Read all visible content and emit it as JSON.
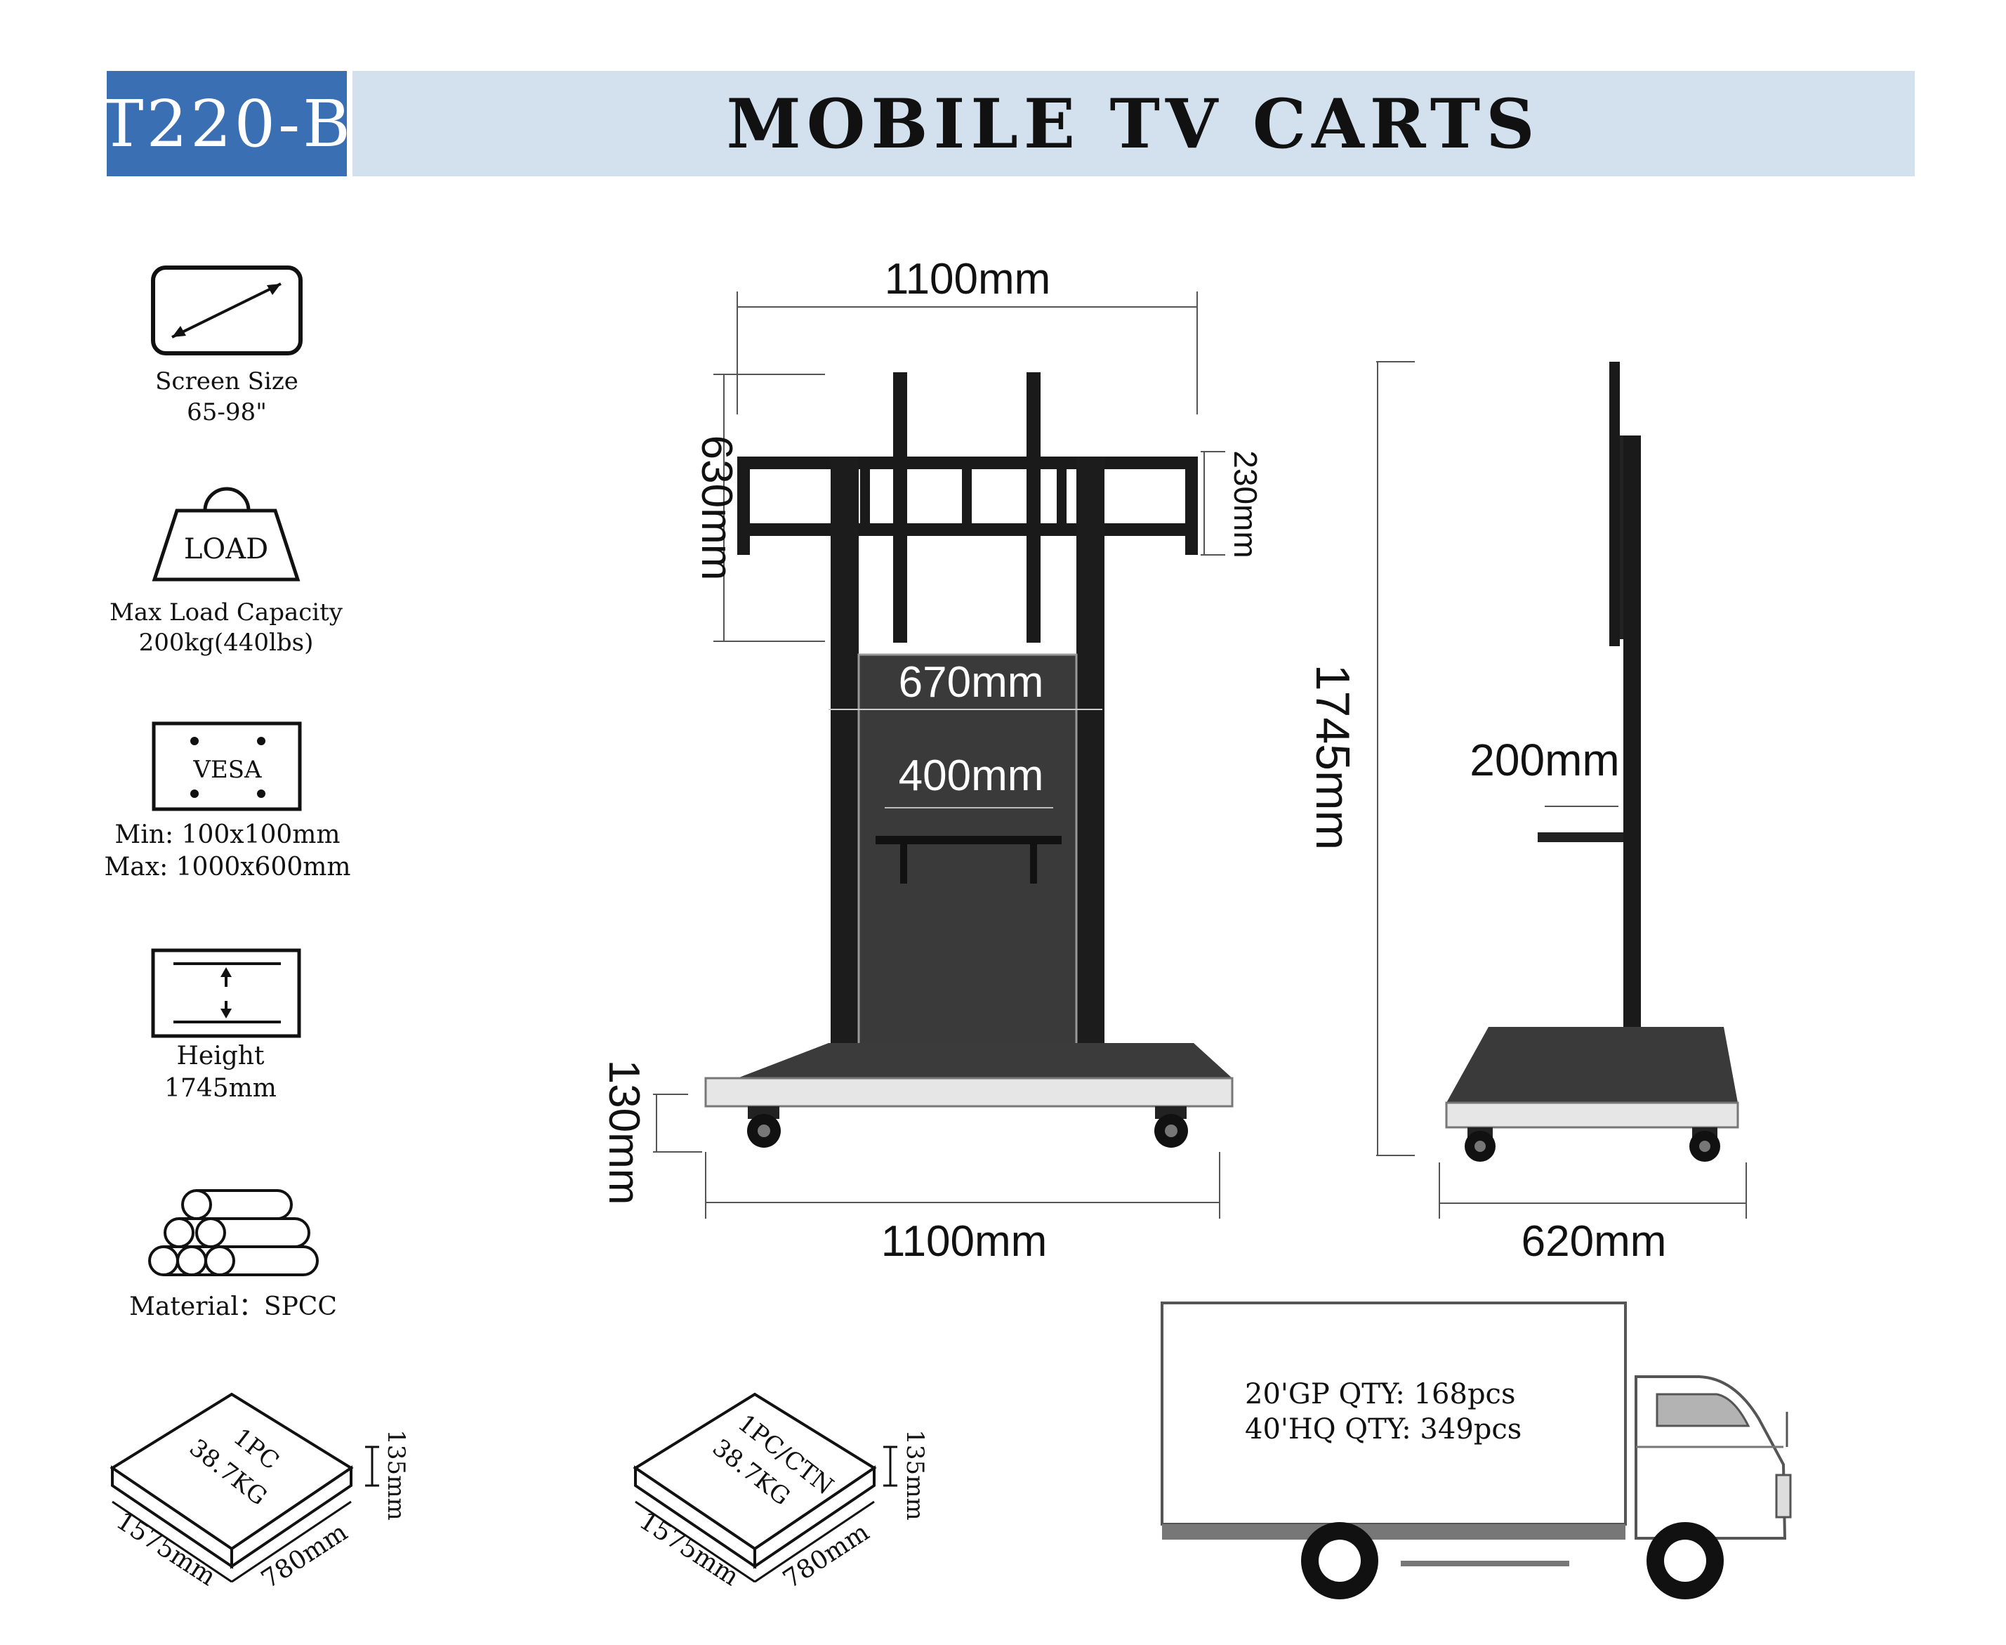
{
  "header": {
    "model": "T220-B",
    "title": "MOBILE TV CARTS",
    "colors": {
      "model_bg": "#3a6fb3",
      "title_bg": "#d3e0ed",
      "model_text": "#ffffff",
      "title_text": "#111111"
    }
  },
  "specs": [
    {
      "icon": "screen-size-icon",
      "lines": [
        "Screen Size",
        "65-98\""
      ]
    },
    {
      "icon": "load-weight-icon",
      "icon_text": "LOAD",
      "lines": [
        "Max Load Capacity",
        "200kg(440lbs)"
      ]
    },
    {
      "icon": "vesa-icon",
      "icon_text": "VESA",
      "lines": [
        "Min: 100x100mm",
        "Max: 1000x600mm"
      ]
    },
    {
      "icon": "height-icon",
      "lines": [
        "Height",
        "1745mm"
      ]
    },
    {
      "icon": "material-pipes-icon",
      "lines": [
        "Material：SPCC"
      ]
    }
  ],
  "front_view": {
    "top_width": "1100mm",
    "bracket_height": "630mm",
    "bracket_span": "230mm",
    "column_gap": "670mm",
    "shelf_width": "400mm",
    "base_height": "130mm",
    "base_width": "1100mm"
  },
  "side_view": {
    "total_height": "1745mm",
    "shelf_depth": "200mm",
    "base_depth": "620mm"
  },
  "packages": [
    {
      "label_top": "1PC",
      "label_weight": "38.7KG",
      "length": "1575mm",
      "width": "780mm",
      "height": "135mm"
    },
    {
      "label_top": "1PC/CTN",
      "label_weight": "38.7KG",
      "length": "1575mm",
      "width": "780mm",
      "height": "135mm"
    }
  ],
  "shipping": {
    "lines": [
      "20'GP QTY: 168pcs",
      "40'HQ QTY: 349pcs"
    ]
  }
}
